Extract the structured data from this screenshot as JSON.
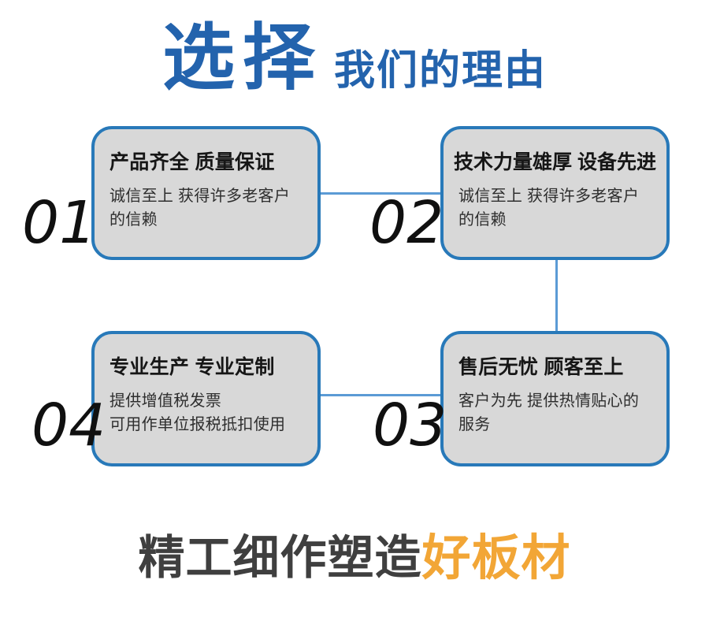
{
  "header": {
    "title_main": "选择",
    "title_sub": "我们的理由"
  },
  "cards": [
    {
      "number": "01",
      "title": "产品齐全 质量保证",
      "desc": "诚信至上 获得许多老客户\n的信赖"
    },
    {
      "number": "02",
      "title": "技术力量雄厚 设备先进",
      "desc": "诚信至上 获得许多老客户\n的信赖"
    },
    {
      "number": "03",
      "title": "售后无忧 顾客至上",
      "desc": "客户为先 提供热情贴心的\n服务"
    },
    {
      "number": "04",
      "title": "专业生产 专业定制",
      "desc": "提供增值税发票\n可用作单位报税抵扣使用"
    }
  ],
  "footer": {
    "text_main": "精工细作塑造",
    "text_accent": "好板材"
  },
  "colors": {
    "title_blue": "#2363ad",
    "card_border": "#2879b9",
    "card_bg": "#d8d8d8",
    "connector": "#5b9bd5",
    "accent_orange": "#f2a636",
    "footer_dark": "#3f3f3f",
    "number_black": "#101010",
    "card_title_color": "#161616",
    "card_desc_color": "#2e2e2e"
  }
}
